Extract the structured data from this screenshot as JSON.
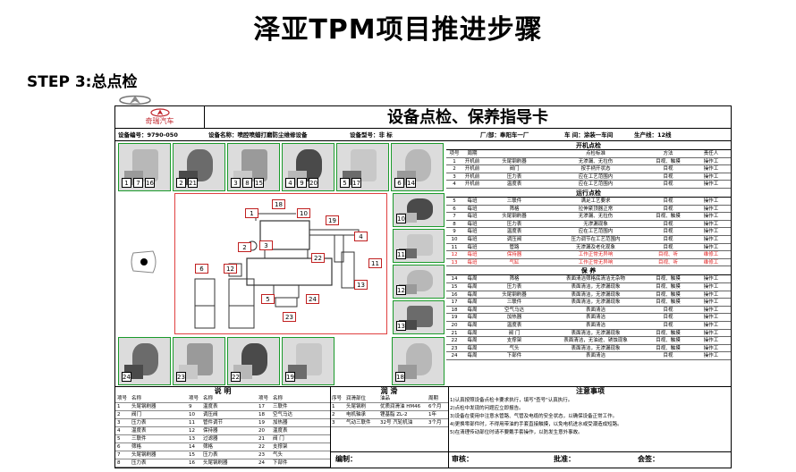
{
  "page": {
    "title": "泽亚TPM项目推进步骤",
    "step": "STEP 3:总点检"
  },
  "card": {
    "brand": "奇瑞汽车",
    "title": "设备点检、保养指导卡",
    "meta": {
      "device_no": "设备编号：9790-050",
      "device_name": "设备名称：喷腔喷蜡打磨防尘维修设备",
      "model": "设备型号：非 标",
      "factory": "厂/部：奉阳车一厂",
      "workshop": "车 间：涂装一车间",
      "line": "生产线：12线"
    },
    "top_photos": [
      {
        "nums": [
          "1",
          "7",
          "16"
        ]
      },
      {
        "nums": [
          "2",
          "21"
        ]
      },
      {
        "nums": [
          "3",
          "8",
          "15"
        ]
      },
      {
        "nums": [
          "4",
          "9",
          "20"
        ]
      },
      {
        "nums": [
          "5",
          "17"
        ]
      },
      {
        "nums": [
          "6",
          "14"
        ]
      }
    ],
    "side_photos": [
      {
        "nums": [
          "10"
        ]
      },
      {
        "nums": [
          "11"
        ]
      },
      {
        "nums": [
          "12"
        ]
      },
      {
        "nums": [
          "13"
        ]
      }
    ],
    "bottom_photos": [
      {
        "nums": [
          "24"
        ]
      },
      {
        "nums": [
          "23"
        ]
      },
      {
        "nums": [
          "22"
        ]
      },
      {
        "nums": [
          "19"
        ]
      },
      {
        "nums": [
          "18"
        ]
      }
    ],
    "diagram_nums": [
      "1",
      "2",
      "3",
      "4",
      "5",
      "6",
      "10",
      "11",
      "12",
      "13",
      "18",
      "19",
      "22",
      "23",
      "24"
    ],
    "sections": {
      "startup": "开机点检",
      "running": "运行点检",
      "maintenance": "保 养"
    },
    "table_header": [
      "项号",
      "周期",
      "点检标准",
      "方法",
      "责任人"
    ],
    "startup_rows": [
      [
        "1",
        "开机前",
        "头尾钢刷器",
        "无渗漏、无拉伤",
        "目视、触摸",
        "操作工"
      ],
      [
        "2",
        "开机前",
        "阀门",
        "按手柄开状态",
        "目视",
        "操作工"
      ],
      [
        "3",
        "开机前",
        "压力表",
        "应在工艺范围内",
        "目视",
        "操作工"
      ],
      [
        "4",
        "开机前",
        "温度表",
        "应在工艺范围内",
        "目视",
        "操作工"
      ]
    ],
    "running_rows": [
      [
        "5",
        "每班",
        "三联件",
        "满足工艺要求",
        "目视",
        "操作工"
      ],
      [
        "6",
        "每班",
        "筛格",
        "拉伸紧顶器正常",
        "目视",
        "操作工"
      ],
      [
        "7",
        "每班",
        "头尾钢刷器",
        "无渗漏、无拉伤",
        "目视、触摸",
        "操作工"
      ],
      [
        "8",
        "每班",
        "压力表",
        "无渗漏现象",
        "目视",
        "操作工"
      ],
      [
        "9",
        "每班",
        "温度表",
        "应在工艺范围内",
        "目视",
        "操作工"
      ],
      [
        "10",
        "每班",
        "调压阀",
        "压力调节在工艺范围内",
        "目视",
        "操作工"
      ],
      [
        "11",
        "每班",
        "管路",
        "无渗漏及老化现象",
        "目视",
        "操作工"
      ],
      [
        "12",
        "每班",
        "保持器",
        "工作正常无异响",
        "目视、听",
        "维修工"
      ],
      [
        "13",
        "每班",
        "气缸",
        "工作正常无异响",
        "目视、听",
        "维修工"
      ]
    ],
    "maintenance_rows": [
      [
        "14",
        "每周",
        "筛格",
        "表面清洁筛格底清洁无杂物",
        "目视、触摸",
        "操作工"
      ],
      [
        "15",
        "每周",
        "压力表",
        "表面清洁，无渗漏现象",
        "目视、触摸",
        "操作工"
      ],
      [
        "16",
        "每周",
        "头尾钢刷器",
        "表面清洁，无渗漏现象",
        "目视、触摸",
        "操作工"
      ],
      [
        "17",
        "每周",
        "三联件",
        "表面清洁，无渗漏现象",
        "目视、触摸",
        "操作工"
      ],
      [
        "18",
        "每周",
        "空气马达",
        "表面清洁",
        "目视",
        "操作工"
      ],
      [
        "19",
        "每周",
        "加热器",
        "表面清洁",
        "目视",
        "操作工"
      ],
      [
        "20",
        "每周",
        "温度表",
        "表面清洁",
        "目视",
        "操作工"
      ],
      [
        "21",
        "每周",
        "阀 门",
        "表面清洁，无渗漏现象",
        "目视、触摸",
        "操作工"
      ],
      [
        "22",
        "每周",
        "支撑架",
        "表面清洁，无油迹、锈蚀现象",
        "目视、触摸",
        "操作工"
      ],
      [
        "23",
        "每周",
        "气头",
        "表面清洁，无渗漏现象",
        "目视、触摸",
        "操作工"
      ],
      [
        "24",
        "每周",
        "下部件",
        "表面清洁",
        "目视",
        "操作工"
      ]
    ],
    "legend_title": "说 明",
    "legend_header": [
      "项号",
      "名称",
      "项号",
      "名称",
      "项号",
      "名称"
    ],
    "legend_rows": [
      [
        "1",
        "头尾钢刷器",
        "9",
        "温度表",
        "17",
        "三联件"
      ],
      [
        "2",
        "阀门",
        "10",
        "调压阀",
        "18",
        "空气马达"
      ],
      [
        "3",
        "压力表",
        "11",
        "管件调节",
        "19",
        "加热器"
      ],
      [
        "4",
        "温度表",
        "12",
        "保持器",
        "20",
        "温度表"
      ],
      [
        "5",
        "三联件",
        "13",
        "过滤器",
        "21",
        "阀 门"
      ],
      [
        "6",
        "筛格",
        "14",
        "筛格",
        "22",
        "支撑架"
      ],
      [
        "7",
        "头尾钢刷器",
        "15",
        "压力表",
        "23",
        "气头"
      ],
      [
        "8",
        "压力表",
        "16",
        "头尾钢刷器",
        "24",
        "下部件"
      ]
    ],
    "lube_title": "润 滑",
    "lube_header": [
      "序号",
      "润滑部位",
      "油品",
      "加注方法",
      "周期"
    ],
    "lube_rows": [
      [
        "1",
        "头尾钢刷",
        "优质润滑油 HM46",
        "6个月"
      ],
      [
        "2",
        "电机轴承",
        "锂基脂 ZL-2",
        "1年"
      ],
      [
        "3",
        "气动三联件",
        "32号 汽轮机油",
        "3个月"
      ]
    ],
    "notes_title": "注意事项",
    "notes": [
      "1)认真按照设备点检卡要求执行，填写\"查号\"认真执行。",
      "2)点检中发现的问题应立即报告。",
      "3)设备在使用中注意水管路、气管及电缆的安全状态，以确保设备正常工作。",
      "4)更换零部件时，不得用带油的手套直接触摸，以免电机进水或受潮造成短路。",
      "5)在清理传动部位时请不要戴手套操作，以防发生意外事故。"
    ],
    "sign": {
      "prepare": "编制：",
      "review": "审核：",
      "approve": "批准：",
      "sign": "会签："
    }
  }
}
